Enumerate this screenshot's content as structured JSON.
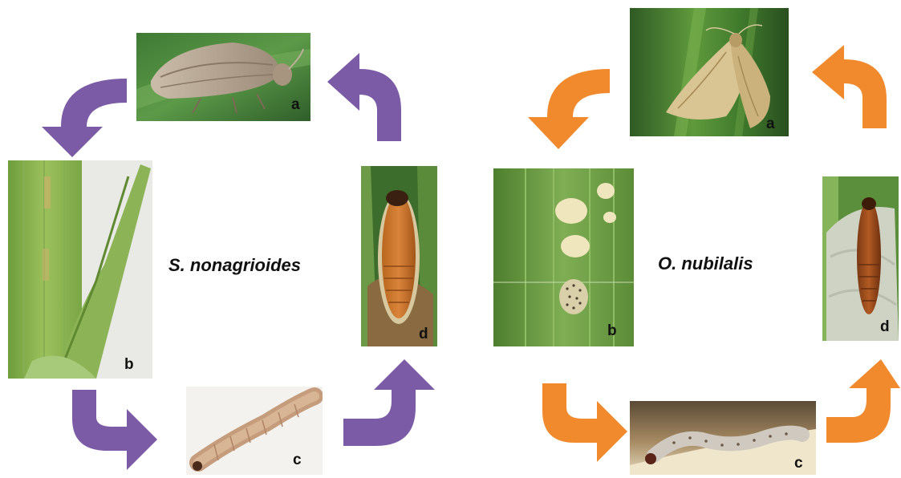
{
  "cycles": [
    {
      "title": "S. nonagrioides",
      "arrow_color": "#7b5aa6",
      "stages": {
        "a": "a",
        "b": "b",
        "c": "c",
        "d": "d"
      }
    },
    {
      "title": "O. nubilalis",
      "arrow_color": "#f08a2c",
      "stages": {
        "a": "a",
        "b": "b",
        "c": "c",
        "d": "d"
      }
    }
  ]
}
